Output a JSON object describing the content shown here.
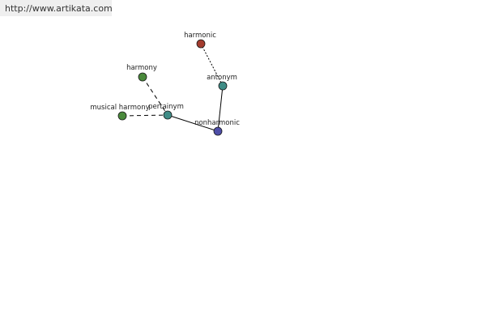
{
  "site_url": "http://www.artikata.com",
  "graph": {
    "nodes": [
      {
        "id": "harmonic",
        "label": "harmonic",
        "color": "#a33c2e"
      },
      {
        "id": "antonym",
        "label": "antonym",
        "color": "#3f8c86"
      },
      {
        "id": "harmony",
        "label": "harmony",
        "color": "#4a8a3c"
      },
      {
        "id": "pertainym",
        "label": "pertainym",
        "color": "#3f8c86"
      },
      {
        "id": "musical-harmony",
        "label": "musical harmony",
        "color": "#4a8a3c"
      },
      {
        "id": "nonharmonic",
        "label": "nonharmonic",
        "color": "#4e4ea8"
      }
    ],
    "edges": [
      {
        "from": "harmonic",
        "to": "antonym",
        "style": "dotted"
      },
      {
        "from": "antonym",
        "to": "nonharmonic",
        "style": "solid"
      },
      {
        "from": "harmony",
        "to": "pertainym",
        "style": "dashed"
      },
      {
        "from": "musical-harmony",
        "to": "pertainym",
        "style": "dashed"
      },
      {
        "from": "pertainym",
        "to": "nonharmonic",
        "style": "solid"
      }
    ]
  }
}
